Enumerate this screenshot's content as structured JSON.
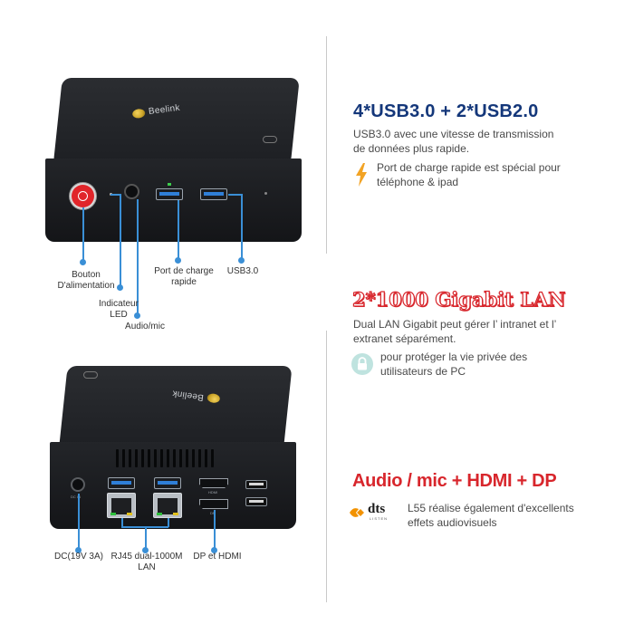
{
  "colors": {
    "heading_blue": "#14377a",
    "heading_red": "#d8262c",
    "callout_blue": "#3a8fd6",
    "device_black": "#1e2024",
    "power_red": "#e1252a"
  },
  "device_front": {
    "brand": "Beelink",
    "captions": {
      "power": "Bouton\nD'alimentation",
      "led": "Indicateur\nLED",
      "audio": "Audio/mic",
      "charge": "Port de charge\nrapide",
      "usb3": "USB3.0"
    }
  },
  "device_back": {
    "brand": "Beelink",
    "port_labels": {
      "hdmi": "HDMI",
      "dp": "DP",
      "dc": "DC IN"
    },
    "captions": {
      "dc": "DC(19V 3A)",
      "rj45": "RJ45 dual-1000M\nLAN",
      "dp_hdmi": "DP et HDMI"
    }
  },
  "features": {
    "usb": {
      "title": "4*USB3.0 + 2*USB2.0",
      "desc": "USB3.0 avec une vitesse de transmission\nde données plus rapide.",
      "icon": "lightning-icon",
      "note": "Port de charge rapide est spécial pour\ntéléphone & ipad"
    },
    "lan": {
      "title": "2*1000 Gigabit LAN",
      "desc": "Dual LAN Gigabit peut gérer l’  intranet et l’\nextranet séparément.",
      "icon": "lock-icon",
      "note": "pour protéger la vie privée des\nutilisateurs de PC"
    },
    "av": {
      "title": "Audio / mic + HDMI + DP",
      "icon": "dts-logo",
      "logo_text": "dts",
      "logo_sub": "LISTEN",
      "note": "L55 réalise également d'excellents\neffets audiovisuels"
    }
  }
}
